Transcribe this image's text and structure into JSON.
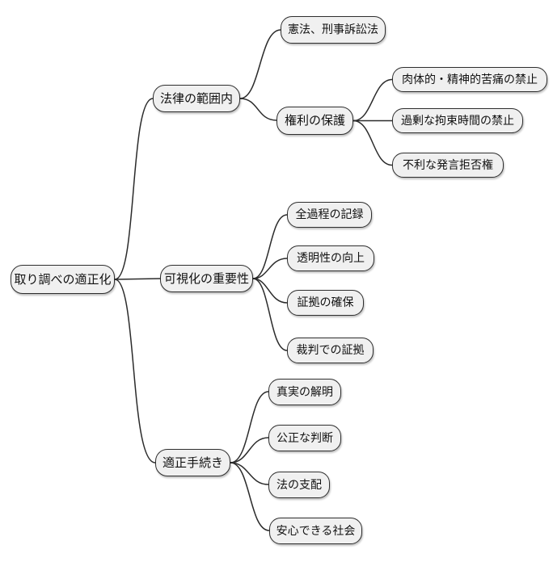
{
  "style": {
    "background": "#ffffff",
    "node_fill": "#f0f0f0",
    "node_border": "#2e2e2e",
    "edge_color": "#2b2b2b",
    "text_color": "#111111"
  },
  "mindmap": {
    "root": {
      "label": "取り調べの適正化"
    },
    "branches": [
      {
        "label": "法律の範囲内",
        "children": [
          {
            "label": "憲法、刑事訴訟法",
            "children": []
          },
          {
            "label": "権利の保護",
            "children": [
              {
                "label": "肉体的・精神的苦痛の禁止"
              },
              {
                "label": "過剰な拘束時間の禁止"
              },
              {
                "label": "不利な発言拒否権"
              }
            ]
          }
        ]
      },
      {
        "label": "可視化の重要性",
        "children": [
          {
            "label": "全過程の記録"
          },
          {
            "label": "透明性の向上"
          },
          {
            "label": "証拠の確保"
          },
          {
            "label": "裁判での証拠"
          }
        ]
      },
      {
        "label": "適正手続き",
        "children": [
          {
            "label": "真実の解明"
          },
          {
            "label": "公正な判断"
          },
          {
            "label": "法の支配"
          },
          {
            "label": "安心できる社会"
          }
        ]
      }
    ]
  }
}
